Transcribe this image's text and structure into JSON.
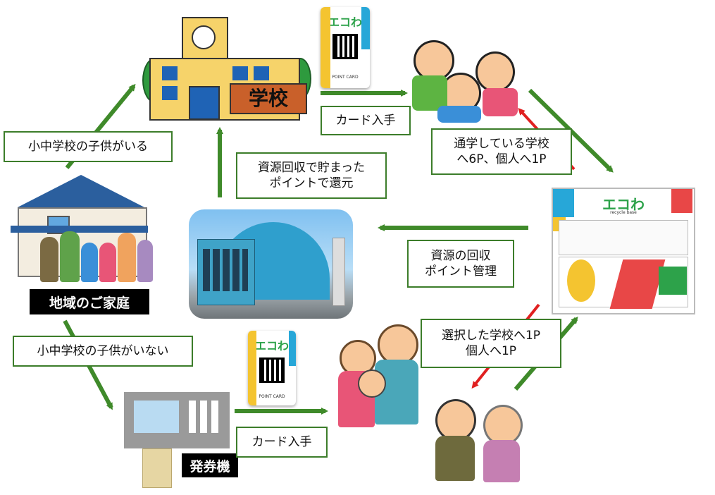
{
  "labels": {
    "school": "学校",
    "card_get_top": "カード入手",
    "has_kids": "小中学校の子供がいる",
    "return_points": "資源回収で貯まった\nポイントで還元",
    "school_points": "通学している学校\nへ6P、個人へ1P",
    "home": "地域のご家庭",
    "resource_mgmt": "資源の回収\nポイント管理",
    "select_school": "選択した学校へ1P\n個人へ1P",
    "no_kids": "小中学校の子供がいない",
    "ticket_machine": "発券機",
    "card_get_bottom": "カード入手"
  },
  "card": {
    "logo": "エコわ",
    "point_card": "POINT CARD"
  },
  "machine": {
    "logo": "エコわ",
    "sub": "recycle base"
  },
  "colors": {
    "arrow_green": "#3f8a2a",
    "arrow_red": "#e02020",
    "box_border": "#3c7d2a"
  }
}
